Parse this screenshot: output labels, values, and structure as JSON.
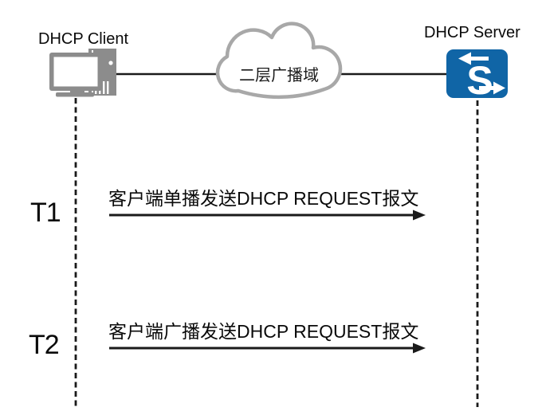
{
  "diagram": {
    "client": {
      "label": "DHCP Client"
    },
    "server": {
      "label": "DHCP Server",
      "icon_letter": "S"
    },
    "network_cloud": {
      "label": "二层广播域"
    },
    "events": [
      {
        "time": "T1",
        "message": "客户端单播发送DHCP REQUEST报文"
      },
      {
        "time": "T2",
        "message": "客户端广播发送DHCP REQUEST报文"
      }
    ],
    "colors": {
      "switch_blue": "#1065a6",
      "device_gray": "#8c8c8c",
      "cloud_border_gray": "#a8a8a8",
      "line_black": "#1a1a1a"
    }
  }
}
